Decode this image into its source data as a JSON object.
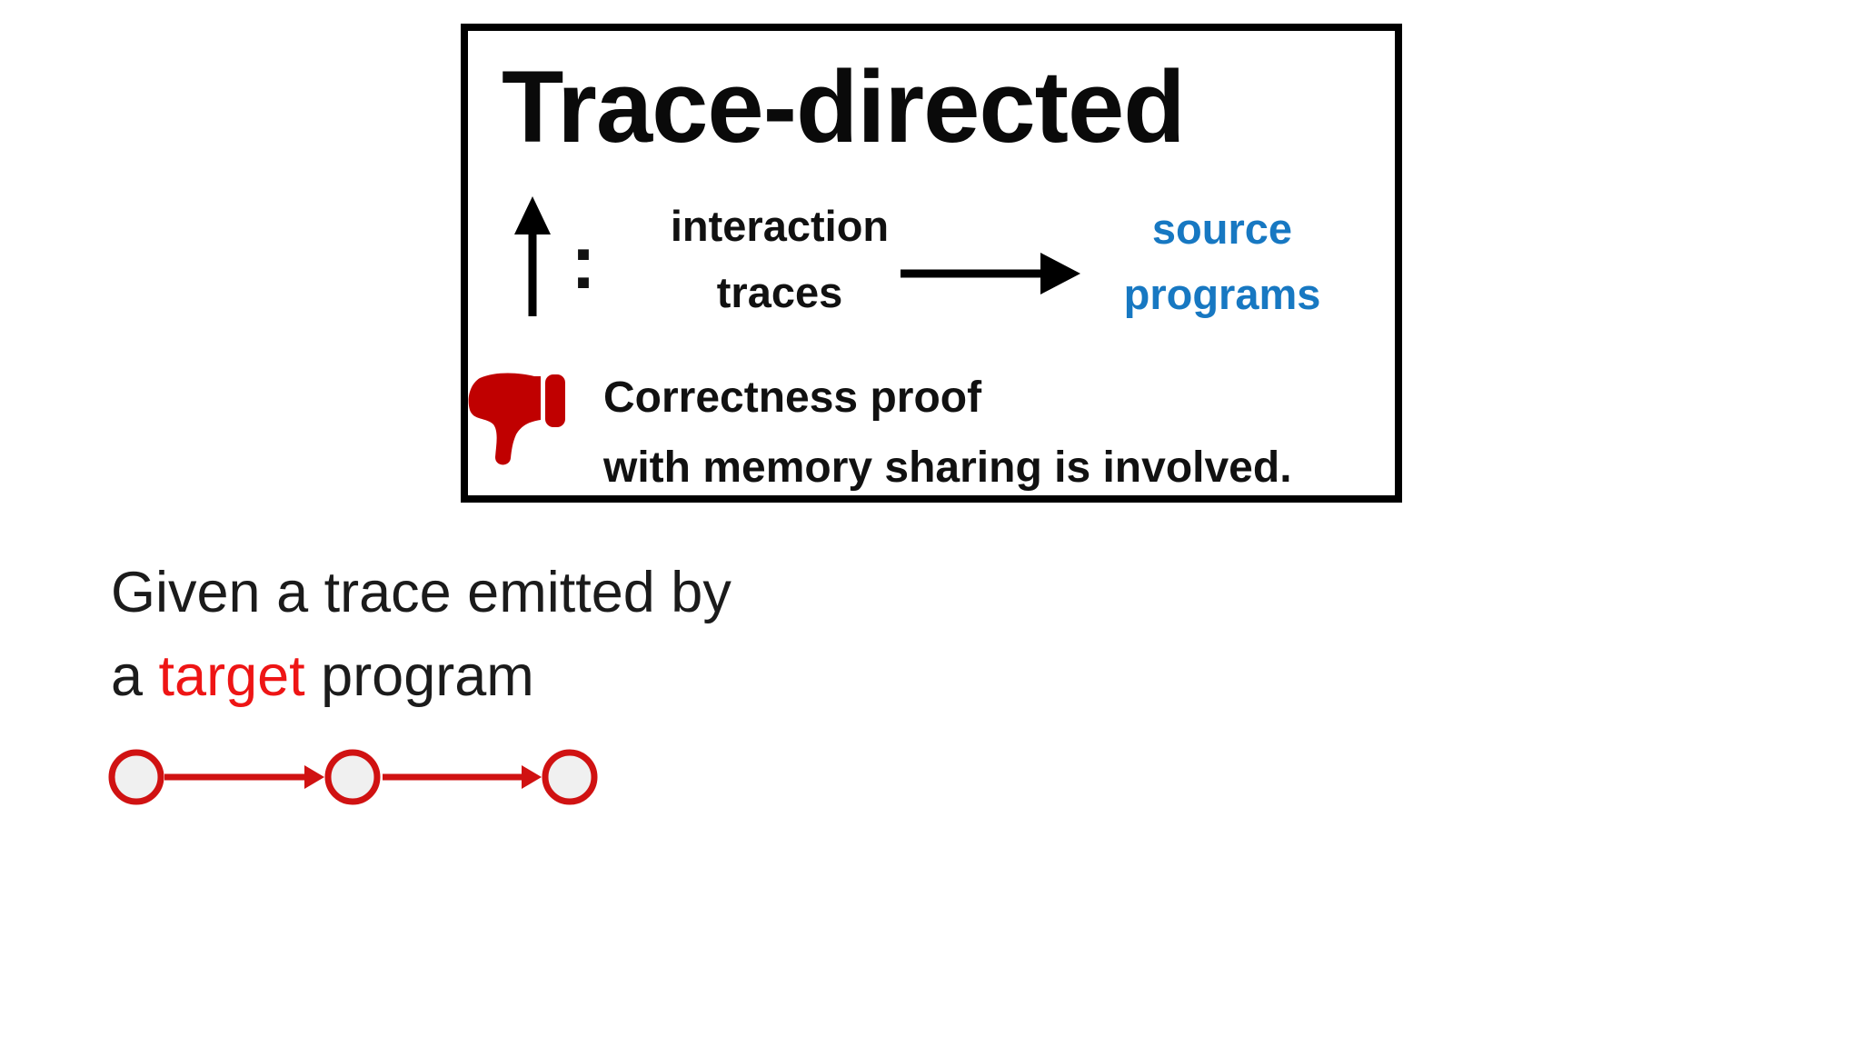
{
  "slide": {
    "background_color": "#ffffff"
  },
  "method_box": {
    "title": "Trace-directed",
    "border_color": "#000000",
    "io": {
      "up_arrow_icon": "up-arrow",
      "colon": ":",
      "arrow_color": "#000000",
      "input_line1": "interaction",
      "input_line2": "traces",
      "right_arrow_icon": "right-arrow",
      "output_line1": "source",
      "output_line2": "programs",
      "output_color": "#1778c2"
    },
    "verdict": {
      "icon": "thumbs-down",
      "icon_color": "#c00000",
      "line1": "Correctness proof",
      "line2": "with memory sharing is involved."
    }
  },
  "caption": {
    "line1": "Given a trace emitted by",
    "line2_prefix": "a ",
    "line2_highlight": "target",
    "line2_suffix": " program",
    "highlight_color": "#ee1515",
    "text_color": "#1b1b1b"
  },
  "trace_diagram": {
    "type": "state-trace",
    "node_count": 3,
    "node_fill": "#f0f0f0",
    "stroke_color": "#d01212"
  }
}
